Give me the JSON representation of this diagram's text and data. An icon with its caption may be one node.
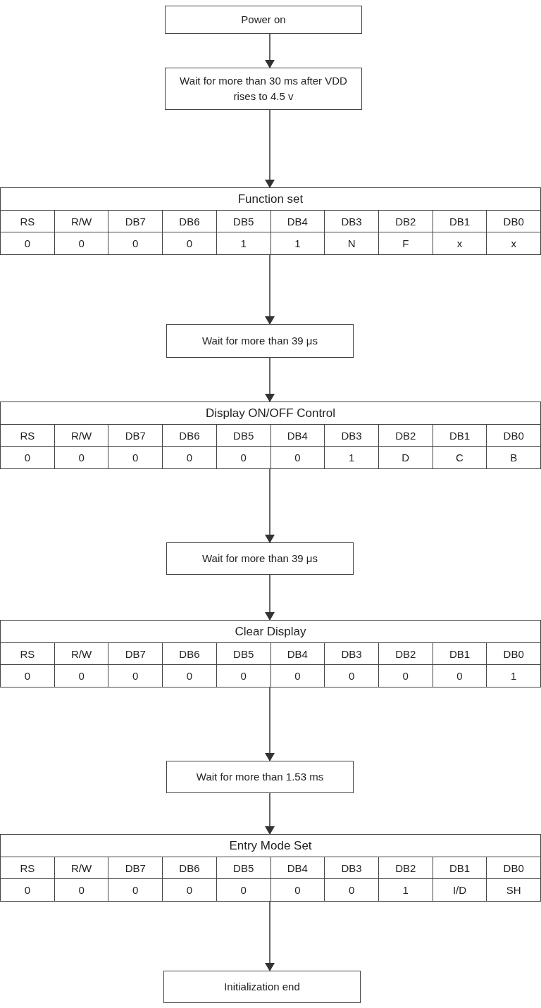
{
  "diagram": {
    "nodes": [
      {
        "text": [
          "Power on"
        ]
      },
      {
        "text": [
          "Wait for more than 30 ms after VDD rises to 4.5 v"
        ]
      },
      {
        "text": [
          "Function set",
          "RS",
          "R/W",
          "DB7",
          "DB6",
          "DB5",
          "DB4",
          "DB3",
          "DB2",
          "DB1",
          "DB0",
          "0",
          "0",
          "0",
          "0",
          "1",
          "1",
          "N",
          "F",
          "x",
          "x"
        ]
      },
      {
        "text": [
          "Wait for more than 39 μs"
        ]
      },
      {
        "text": [
          "Display ON/OFF Control",
          "RS",
          "R/W",
          "DB7",
          "DB6",
          "DB5",
          "DB4",
          "DB3",
          "DB2",
          "DB1",
          "DB0",
          "0",
          "0",
          "0",
          "0",
          "0",
          "0",
          "1",
          "D",
          "C",
          "B"
        ]
      },
      {
        "text": [
          "Wait for more than 39 μs"
        ]
      },
      {
        "text": [
          "Clear Display",
          "RS",
          "R/W",
          "DB7",
          "DB6",
          "DB5",
          "DB4",
          "DB3",
          "DB2",
          "DB1",
          "DB0",
          "0",
          "0",
          "0",
          "0",
          "0",
          "0",
          "0",
          "0",
          "0",
          "1"
        ]
      },
      {
        "text": [
          "Wait for more than 1.53 ms"
        ]
      },
      {
        "text": [
          "Entry Mode Set",
          "RS",
          "R/W",
          "DB7",
          "DB6",
          "DB5",
          "DB4",
          "DB3",
          "DB2",
          "DB1",
          "DB0",
          "0",
          "0",
          "0",
          "0",
          "0",
          "0",
          "0",
          "1",
          "I/D",
          "SH"
        ]
      },
      {
        "text": [
          "Initialization end"
        ]
      }
    ],
    "edges": [
      {
        "from": 0,
        "to": 1,
        "arrow": "to"
      },
      {
        "from": 1,
        "to": 2,
        "arrow": "to"
      },
      {
        "from": 2,
        "to": 3,
        "arrow": "to"
      },
      {
        "from": 3,
        "to": 4,
        "arrow": "to"
      },
      {
        "from": 4,
        "to": 5,
        "arrow": "to"
      },
      {
        "from": 5,
        "to": 6,
        "arrow": "to"
      },
      {
        "from": 6,
        "to": 7,
        "arrow": "to"
      },
      {
        "from": 7,
        "to": 8,
        "arrow": "to"
      },
      {
        "from": 8,
        "to": 9,
        "arrow": "to"
      }
    ]
  }
}
